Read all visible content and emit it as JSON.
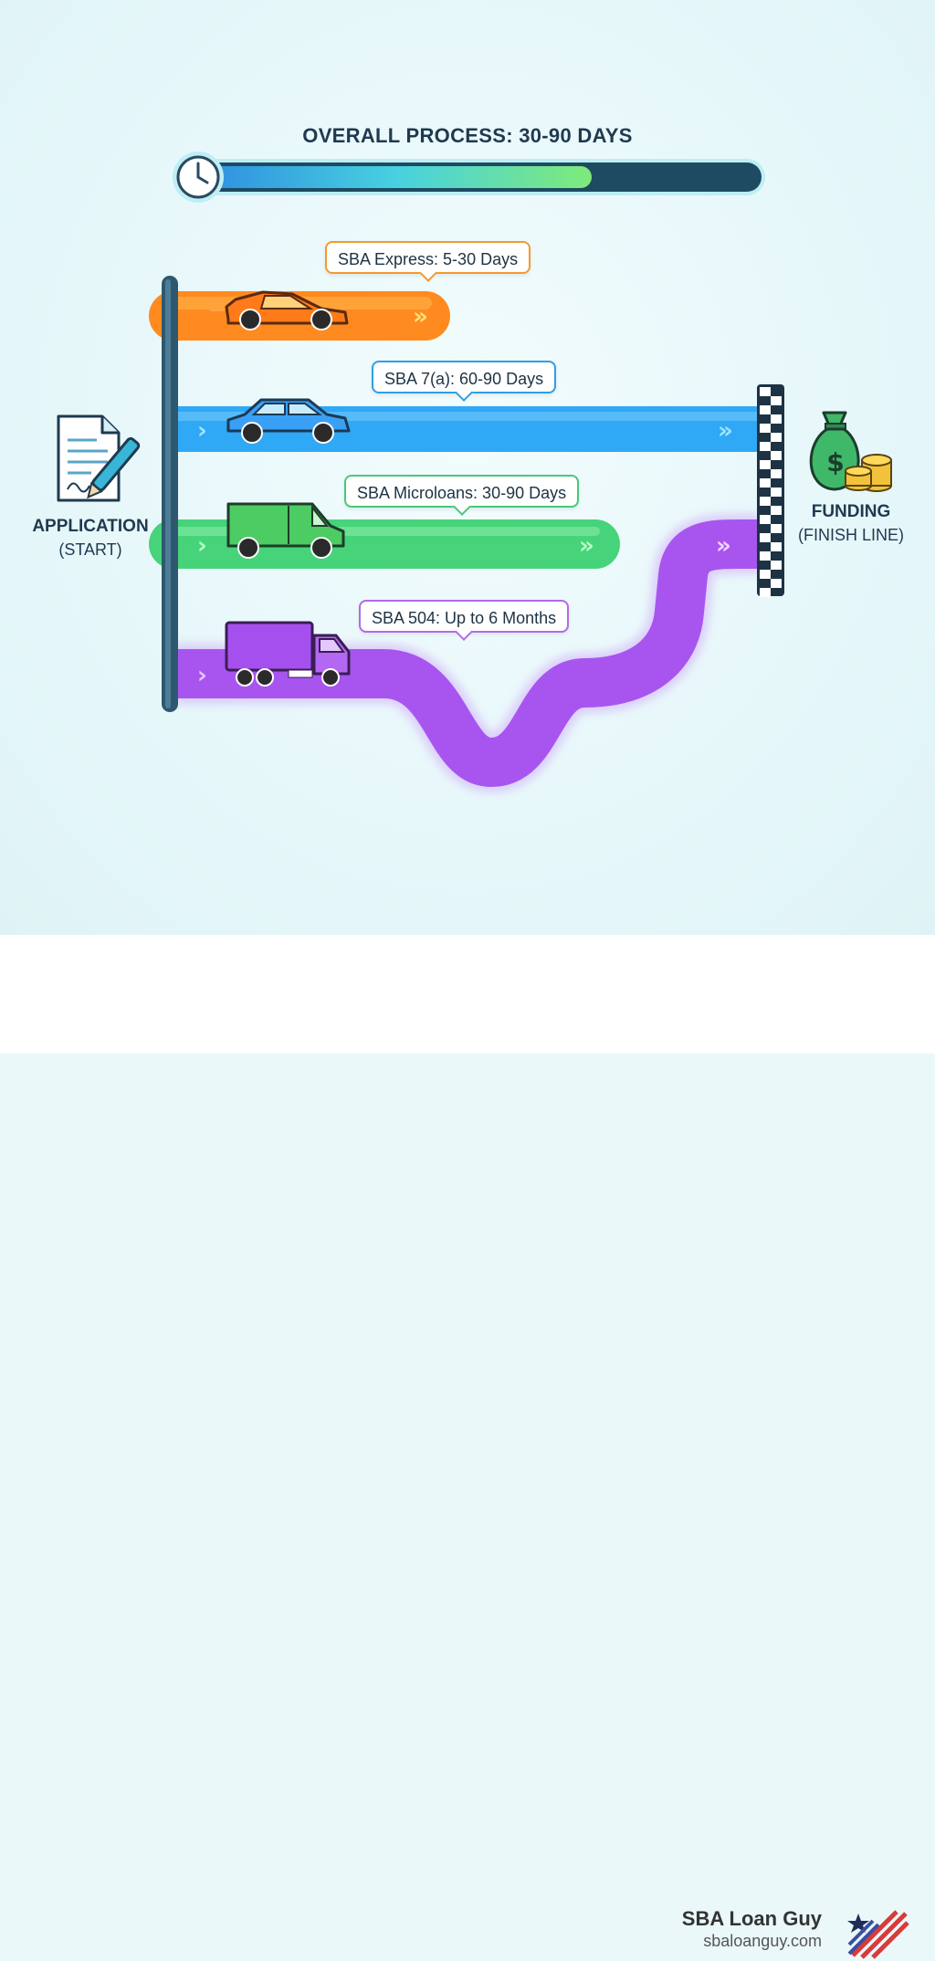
{
  "title": "OVERALL PROCESS: 30-90 DAYS",
  "overall_progress": 0.7,
  "start": {
    "label": "APPLICATION",
    "sublabel": "(START)"
  },
  "finish": {
    "label": "FUNDING",
    "sublabel": "(FINISH LINE)"
  },
  "routes": [
    {
      "label": "SBA Express: 5-30 Days",
      "vehicle": "sports-car",
      "color": "#ff8a1f",
      "border": "#f39a2e"
    },
    {
      "label": "SBA 7(a): 60-90 Days",
      "vehicle": "sedan",
      "color": "#2fa8f6",
      "border": "#2e9fe6"
    },
    {
      "label": "SBA Microloans: 30-90 Days",
      "vehicle": "van",
      "color": "#46d37a",
      "border": "#47c97a"
    },
    {
      "label": "SBA 504: Up to 6 Months",
      "vehicle": "box-truck",
      "color": "#a855f0",
      "border": "#b26ae8"
    }
  ],
  "brand": {
    "name": "SBA Loan Guy",
    "url": "sbaloanguy.com"
  }
}
